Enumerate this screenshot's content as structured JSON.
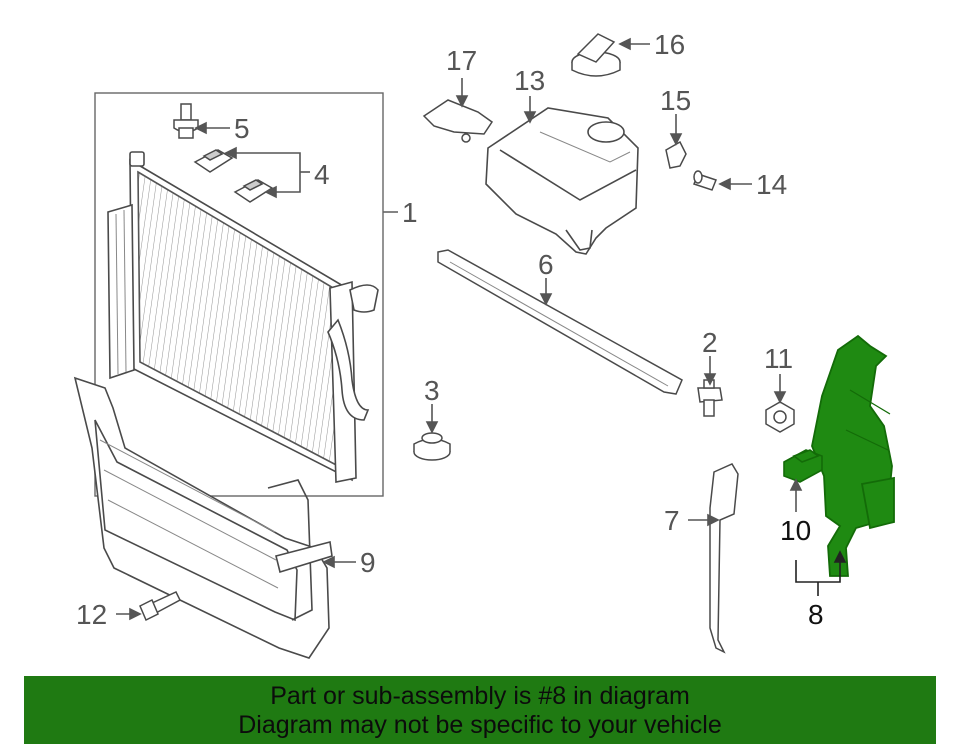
{
  "diagram": {
    "callouts": {
      "c1": "1",
      "c2": "2",
      "c3": "3",
      "c4": "4",
      "c5": "5",
      "c6": "6",
      "c7": "7",
      "c8": "8",
      "c9": "9",
      "c10": "10",
      "c11": "11",
      "c12": "12",
      "c13": "13",
      "c14": "14",
      "c15": "15",
      "c16": "16",
      "c17": "17"
    },
    "highlighted_part": "8",
    "colors": {
      "line_art": "#4a4a4a",
      "callout_text": "#555555",
      "highlight_fill": "#1f8a12",
      "highlight_dark": "#136b08",
      "banner_bg": "#1f7a12",
      "banner_text": "#0c0c0c"
    }
  },
  "banner": {
    "line1": "Part or sub-assembly is #8 in diagram",
    "line2": "Diagram may not be specific to your vehicle"
  }
}
